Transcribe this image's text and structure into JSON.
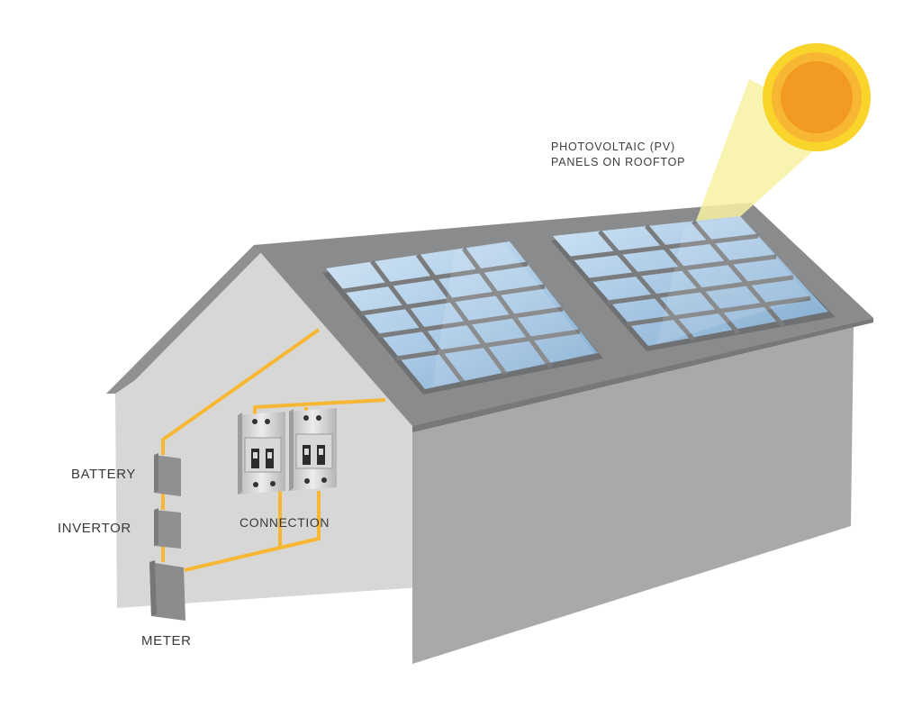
{
  "labels": {
    "pv_line1": "PHOTOVOLTAIC (PV)",
    "pv_line2": "PANELS ON ROOFTOP",
    "battery": "BATTERY",
    "invertor": "INVERTOR",
    "connection": "CONNECTION",
    "meter": "METER"
  },
  "colors": {
    "background": "#ffffff",
    "house_wall_front": "#a9a9a9",
    "house_wall_inner": "#d7d7d6",
    "roof": "#8a8b8d",
    "wire": "#f7b733",
    "sun_core": "#f39a22",
    "sun_ring": "#f9d42a",
    "sun_beam": "#f8f1a2",
    "panel_light": "#cde2f3",
    "panel_dark": "#7fa9cf"
  },
  "icons": {
    "sun": "sun-icon",
    "breaker": "circuit-breaker-icon",
    "battery": "battery-box-icon",
    "invertor": "invertor-box-icon",
    "meter": "meter-box-icon"
  }
}
